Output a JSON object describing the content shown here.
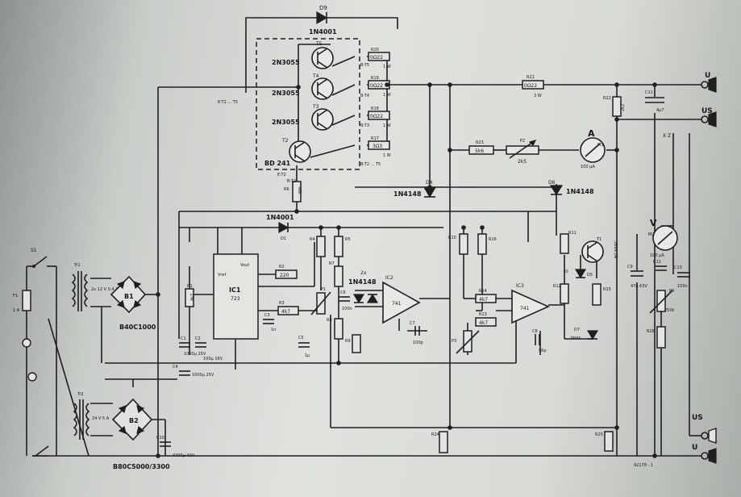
{
  "components": {
    "d9": {
      "ref": "D9",
      "value": "1N4001"
    },
    "t5": {
      "ref": "T5",
      "value": "2N3055"
    },
    "t4": {
      "ref": "T4",
      "value": "2N3055"
    },
    "t3": {
      "ref": "T3",
      "value": "2N3055"
    },
    "t2": {
      "ref": "T2",
      "value": "BD 241"
    },
    "r20": {
      "ref": "R20",
      "value": "0Ω22",
      "rating": "1 W"
    },
    "r19": {
      "ref": "R19",
      "value": "0Ω22",
      "rating": "1 W"
    },
    "r18": {
      "ref": "R18",
      "value": "0Ω22",
      "rating": "1 W"
    },
    "r17": {
      "ref": "R17",
      "value": "3Ω3",
      "rating": "1 W"
    },
    "r21": {
      "ref": "R21",
      "value": "0Ω22",
      "rating": "3 W"
    },
    "r22": {
      "ref": "R22",
      "value": "2k2"
    },
    "r23": {
      "ref": "R23",
      "value": "5k6"
    },
    "p2": {
      "ref": "P2",
      "value": "2k5"
    },
    "c11": {
      "ref": "C11",
      "value": "4μ7"
    },
    "ammeter": {
      "symbol": "A",
      "ref": "M1",
      "value": "100 μA"
    },
    "voltmeter": {
      "symbol": "V",
      "ref": "M2",
      "value": "100 μA"
    },
    "d4": {
      "ref": "D4",
      "value": "1N4148"
    },
    "d6": {
      "ref": "D6",
      "value": "1N4148"
    },
    "d1": {
      "ref": "D1",
      "value": "1N4001"
    },
    "r6": {
      "ref": "R6",
      "value": "390"
    },
    "ic1": {
      "ref": "IC1",
      "value": "723",
      "vout": "Vout",
      "vref": "Vref"
    },
    "ic2": {
      "ref": "IC2",
      "value": "741"
    },
    "ic3": {
      "ref": "IC3",
      "value": "741"
    },
    "b1": {
      "ref": "B1",
      "value": "B40C1000"
    },
    "b2": {
      "ref": "B2",
      "value": "B80C5000/3300"
    },
    "tr1": {
      "ref": "Tr1",
      "secondary": "2x 12 V 0.4 A"
    },
    "tr2": {
      "ref": "Tr2",
      "secondary": "24 V 5 A"
    },
    "f1": {
      "ref": "F1",
      "value": "1 A"
    },
    "s1": {
      "ref": "S1"
    },
    "r1": {
      "ref": "R1",
      "value": "4k7"
    },
    "r2": {
      "ref": "R2",
      "value": "220"
    },
    "r3": {
      "ref": "R3",
      "value": "4k7"
    },
    "c1": {
      "ref": "C1",
      "value": "1000μ 25V"
    },
    "c2": {
      "ref": "C2",
      "value": "100μ 16V"
    },
    "c3": {
      "ref": "C3",
      "value": "1n"
    },
    "c4": {
      "ref": "C4",
      "value": "1000μ 25V"
    },
    "c5": {
      "ref": "C5",
      "value": "1μ"
    },
    "c6": {
      "ref": "C6",
      "value": "100n"
    },
    "c7": {
      "ref": "C7",
      "value": "100p"
    },
    "c8": {
      "ref": "C8",
      "value": "56p"
    },
    "c9": {
      "ref": "C9",
      "value": "47μ 63V"
    },
    "c10": {
      "ref": "C10",
      "value": "4700μ 40V"
    },
    "c12": {
      "ref": "C12",
      "value": "100n"
    },
    "c13": {
      "ref": "C13",
      "value": "100n"
    },
    "diodes_pair": {
      "count": "2x",
      "value": "1N4148"
    },
    "r4": {
      "ref": "R4"
    },
    "r5": {
      "ref": "R5"
    },
    "r7": {
      "ref": "R7"
    },
    "r8": {
      "ref": "R8"
    },
    "r9": {
      "ref": "R9"
    },
    "r10": {
      "ref": "R10"
    },
    "r11": {
      "ref": "R11"
    },
    "r12": {
      "ref": "R12"
    },
    "r13": {
      "ref": "R13",
      "value": "4k7"
    },
    "r14": {
      "ref": "R14",
      "value": "4k7"
    },
    "r15": {
      "ref": "R15"
    },
    "r16": {
      "ref": "R16"
    },
    "r24": {
      "ref": "R24"
    },
    "r25": {
      "ref": "R25"
    },
    "r26": {
      "ref": "R26"
    },
    "t1": {
      "ref": "T1",
      "value": "BC 550C"
    },
    "d5": {
      "ref": "D5"
    },
    "d7": {
      "ref": "D7",
      "label": "Imax"
    },
    "p1": {
      "ref": "P1"
    },
    "p3": {
      "ref": "P3"
    },
    "p4": {
      "ref": "P4",
      "value": "250k"
    }
  },
  "labels": {
    "emitter_group": "E-T2 ... T5",
    "b_t5": "B-T5",
    "b_t4": "B-T4",
    "b_t3": "B-T3",
    "b_t2": "B-T2 ... T5",
    "e_t2": "E-T2",
    "b_t2_dup": "B-T2",
    "terminal_u_plus": "U",
    "terminal_us_plus": "US",
    "terminal_us_minus": "US",
    "terminal_u_minus": "U",
    "xy": "X   Z",
    "figure_code": "92178 - 1",
    "io": "I0"
  }
}
